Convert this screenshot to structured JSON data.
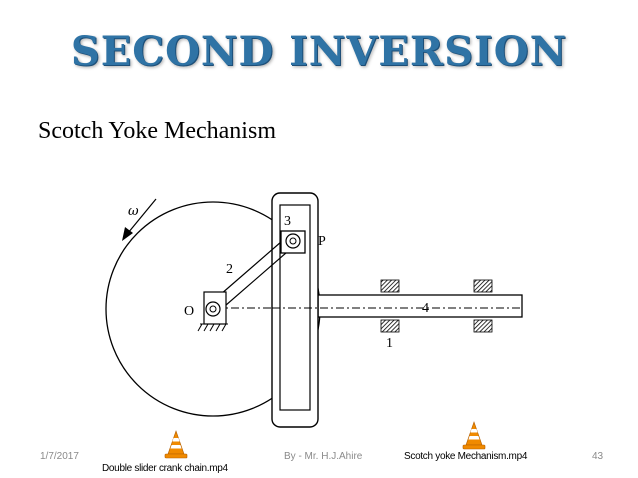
{
  "slide": {
    "title": "SECOND INVERSION",
    "subtitle": "Scotch Yoke Mechanism"
  },
  "diagram": {
    "labels": {
      "omega": "ω",
      "link2": "2",
      "link3": "3",
      "link4": "4",
      "link1": "1",
      "point_p": "P",
      "center_o": "O"
    }
  },
  "footer": {
    "date": "1/7/2017",
    "author": "By - Mr. H.J.Ahire",
    "page": "43"
  },
  "media": [
    {
      "label": "Double slider crank chain.mp4",
      "icon": "vlc-cone-icon"
    },
    {
      "label": "Scotch yoke Mechanism.mp4",
      "icon": "vlc-cone-icon"
    }
  ],
  "colors": {
    "title": "#2f73a5",
    "cone_orange": "#f08a00",
    "hatch": "#000000"
  }
}
